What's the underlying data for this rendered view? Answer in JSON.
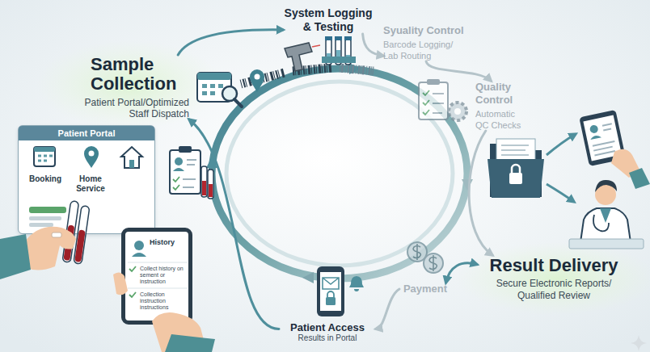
{
  "diagram": {
    "nodes": [
      {
        "text": [
          "Sample Collection",
          "Patient Portal/Optimized Staff Dispatch"
        ]
      },
      {
        "text": [
          "System Logging & Testing"
        ]
      },
      {
        "text": [
          "Syuality Control",
          "Barcode Logging/ Lab Routing"
        ]
      },
      {
        "text": [
          "Quality Control",
          "Automatic QC Checks"
        ]
      },
      {
        "text": [
          "Result Delivery",
          "Secure Electronic Reports/ Qualified Review"
        ]
      },
      {
        "text": [
          "Payment"
        ]
      },
      {
        "text": [
          "Patient Access",
          "Results in Portal"
        ]
      },
      {
        "text": [
          "Patient Portal"
        ]
      },
      {
        "text": [
          "Booking"
        ],
        "in": 7
      },
      {
        "text": [
          "Home Service"
        ],
        "in": 7
      },
      {
        "text": [
          "History",
          "Collect history on sement or instruction",
          "Collection instruction instructions"
        ]
      }
    ],
    "edges": [
      {
        "from": 0,
        "to": 1,
        "arrow": "to"
      },
      {
        "from": 1,
        "to": 2,
        "arrow": "to"
      },
      {
        "from": 2,
        "to": 3,
        "arrow": "to"
      },
      {
        "from": 3,
        "to": 4,
        "arrow": "to"
      },
      {
        "from": 4,
        "to": 5,
        "arrow": "both"
      },
      {
        "from": 5,
        "to": 6,
        "arrow": "to"
      },
      {
        "from": 6,
        "to": 0,
        "arrow": "to"
      }
    ]
  }
}
